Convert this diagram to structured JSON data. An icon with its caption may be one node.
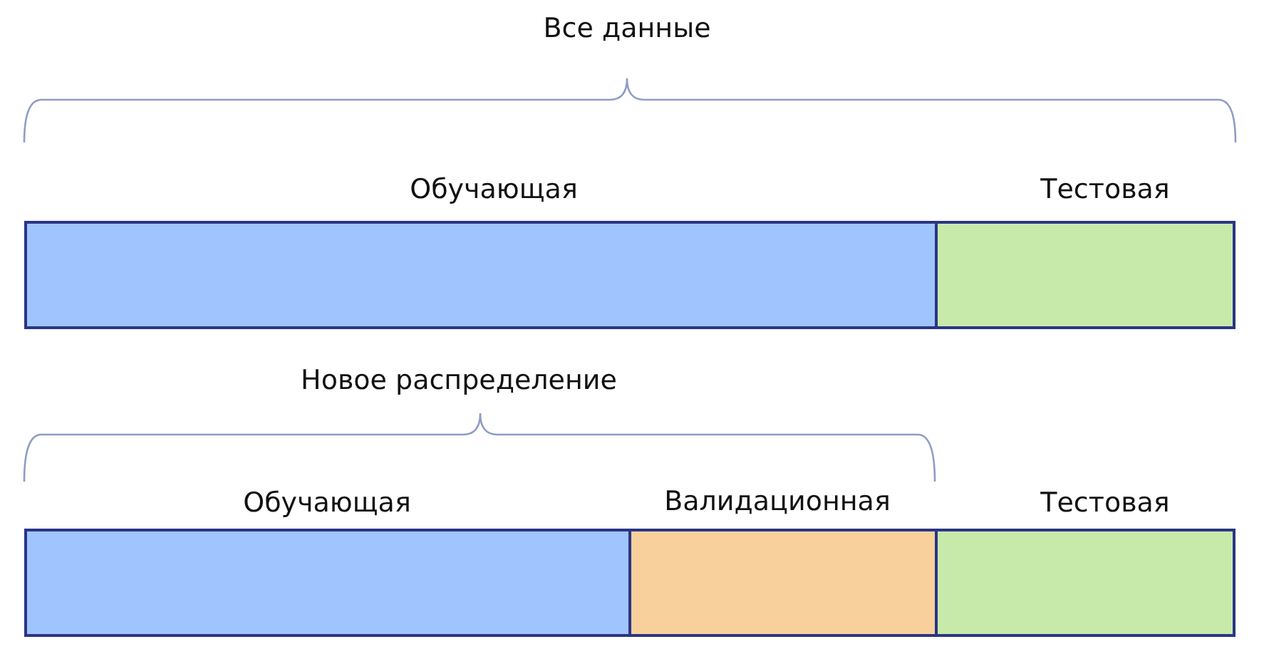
{
  "diagram": {
    "nodes": [
      {
        "text": [
          "Обучающая"
        ]
      },
      {
        "text": [
          "Тестовая"
        ]
      },
      {
        "text": [
          "Обучающая"
        ]
      },
      {
        "text": [
          "Валидационная"
        ]
      },
      {
        "text": [
          "Тестовая"
        ]
      }
    ],
    "labels": [
      "Все данные",
      "Новое распределение"
    ]
  }
}
